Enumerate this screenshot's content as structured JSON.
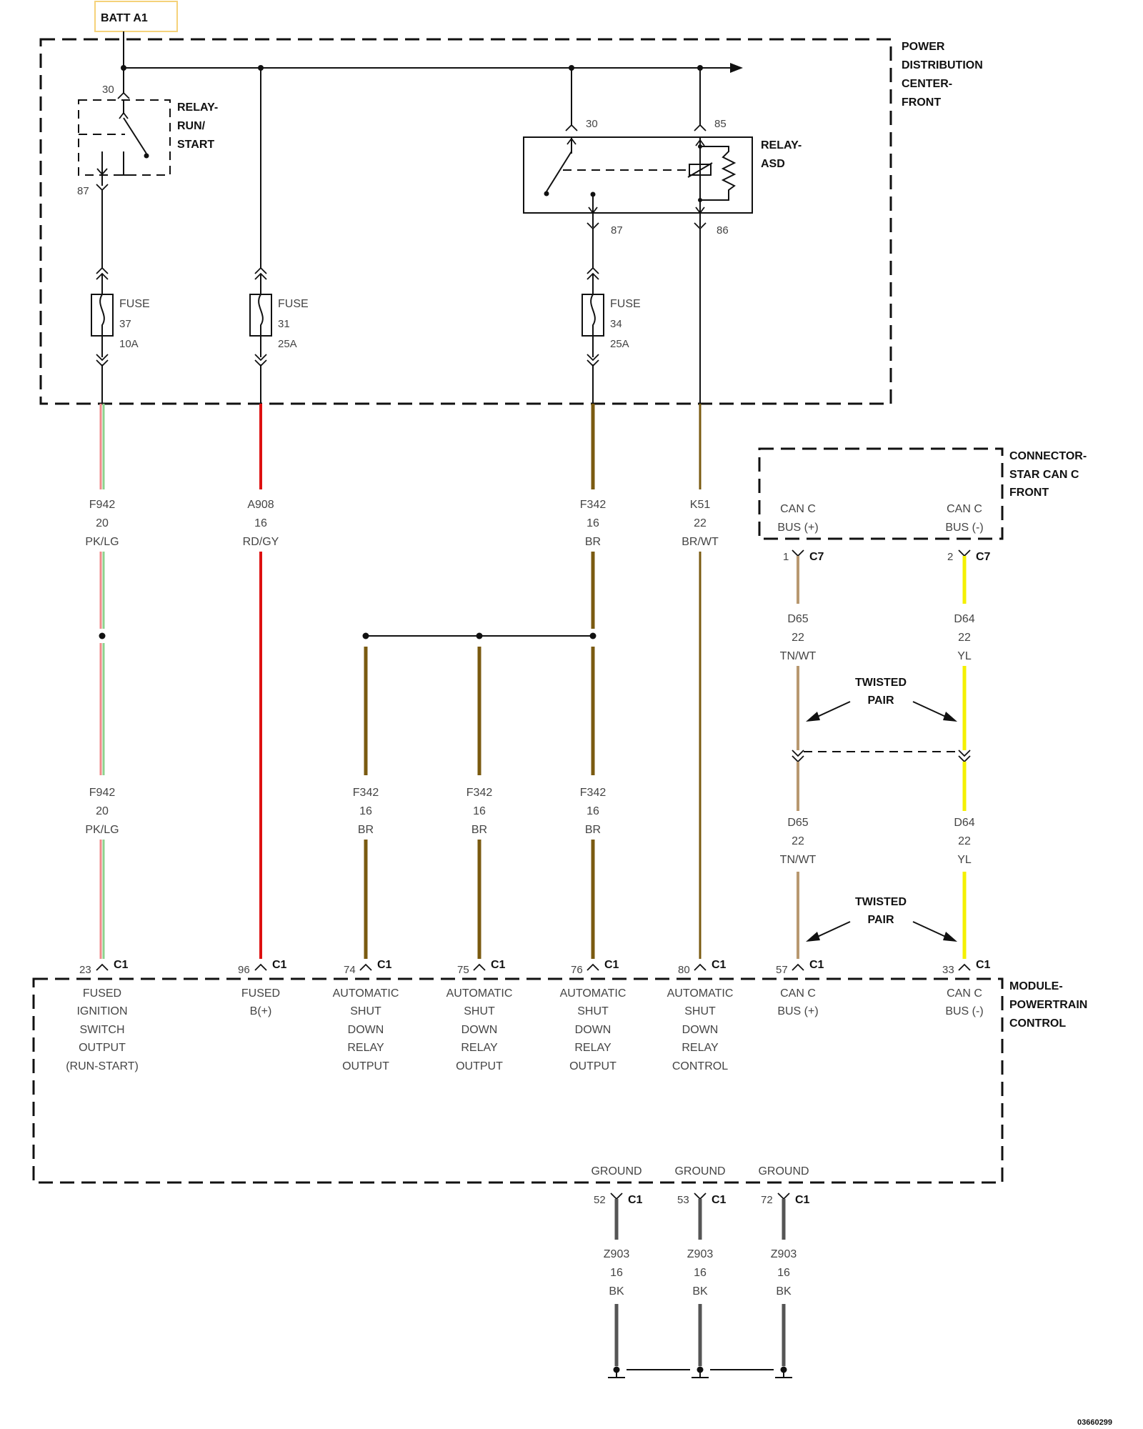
{
  "title_box": "BATT A1",
  "pdc": {
    "lines": [
      "POWER",
      "DISTRIBUTION",
      "CENTER-",
      "FRONT"
    ]
  },
  "relay_run_start": {
    "lines": [
      "RELAY-",
      "RUN/",
      "START"
    ],
    "pin_in": "30",
    "pin_out": "87"
  },
  "relay_asd": {
    "lines": [
      "RELAY-",
      "ASD"
    ],
    "pin_30": "30",
    "pin_85": "85",
    "pin_87": "87",
    "pin_86": "86"
  },
  "fuses": [
    {
      "word": "FUSE",
      "number": "37",
      "rating": "10A"
    },
    {
      "word": "FUSE",
      "number": "31",
      "rating": "25A"
    },
    {
      "word": "FUSE",
      "number": "34",
      "rating": "25A"
    }
  ],
  "upper_wires": [
    {
      "circuit": "F942",
      "gauge": "20",
      "color": "PK/LG"
    },
    {
      "circuit": "A908",
      "gauge": "16",
      "color": "RD/GY"
    },
    {
      "circuit": "F342",
      "gauge": "16",
      "color": "BR"
    },
    {
      "circuit": "K51",
      "gauge": "22",
      "color": "BR/WT"
    }
  ],
  "lower_wires": [
    {
      "circuit": "F942",
      "gauge": "20",
      "color": "PK/LG"
    },
    {
      "circuit": "F342",
      "gauge": "16",
      "color": "BR"
    },
    {
      "circuit": "F342",
      "gauge": "16",
      "color": "BR"
    },
    {
      "circuit": "F342",
      "gauge": "16",
      "color": "BR"
    }
  ],
  "star_connector": {
    "lines": [
      "CONNECTOR-",
      "STAR CAN C",
      "FRONT"
    ],
    "pos": [
      "CAN C",
      "BUS (+)"
    ],
    "neg": [
      "CAN C",
      "BUS (-)"
    ],
    "pin_pos": "1",
    "pin_neg": "2",
    "conn": "C7"
  },
  "can_wires": {
    "pos": {
      "circuit": "D65",
      "gauge": "22",
      "color": "TN/WT"
    },
    "neg": {
      "circuit": "D64",
      "gauge": "22",
      "color": "YL"
    }
  },
  "twisted_pair": [
    "TWISTED",
    "PAIR"
  ],
  "pcm": {
    "lines": [
      "MODULE-",
      "POWERTRAIN",
      "CONTROL"
    ],
    "conn": "C1",
    "pins": [
      {
        "pin": "23",
        "lines": [
          "FUSED",
          "IGNITION",
          "SWITCH",
          "OUTPUT",
          "(RUN-START)"
        ]
      },
      {
        "pin": "96",
        "lines": [
          "FUSED",
          "B(+)"
        ]
      },
      {
        "pin": "74",
        "lines": [
          "AUTOMATIC",
          "SHUT",
          "DOWN",
          "RELAY",
          "OUTPUT"
        ]
      },
      {
        "pin": "75",
        "lines": [
          "AUTOMATIC",
          "SHUT",
          "DOWN",
          "RELAY",
          "OUTPUT"
        ]
      },
      {
        "pin": "76",
        "lines": [
          "AUTOMATIC",
          "SHUT",
          "DOWN",
          "RELAY",
          "OUTPUT"
        ]
      },
      {
        "pin": "80",
        "lines": [
          "AUTOMATIC",
          "SHUT",
          "DOWN",
          "RELAY",
          "CONTROL"
        ]
      },
      {
        "pin": "57",
        "lines": [
          "CAN C",
          "BUS (+)"
        ]
      },
      {
        "pin": "33",
        "lines": [
          "CAN C",
          "BUS (-)"
        ]
      }
    ]
  },
  "grounds": [
    {
      "label": "GROUND",
      "pin": "52",
      "circuit": "Z903",
      "gauge": "16",
      "color": "BK"
    },
    {
      "label": "GROUND",
      "pin": "53",
      "circuit": "Z903",
      "gauge": "16",
      "color": "BK"
    },
    {
      "label": "GROUND",
      "pin": "72",
      "circuit": "Z903",
      "gauge": "16",
      "color": "BK"
    }
  ],
  "figure_id": "03660299",
  "wire_colors": {
    "pink": "#f08a8a",
    "lightgreen": "#8cd38c",
    "red": "#dd1111",
    "brown": "#7a5a10",
    "tan": "#b89870",
    "yellow": "#f4f000",
    "black": "#555555"
  }
}
